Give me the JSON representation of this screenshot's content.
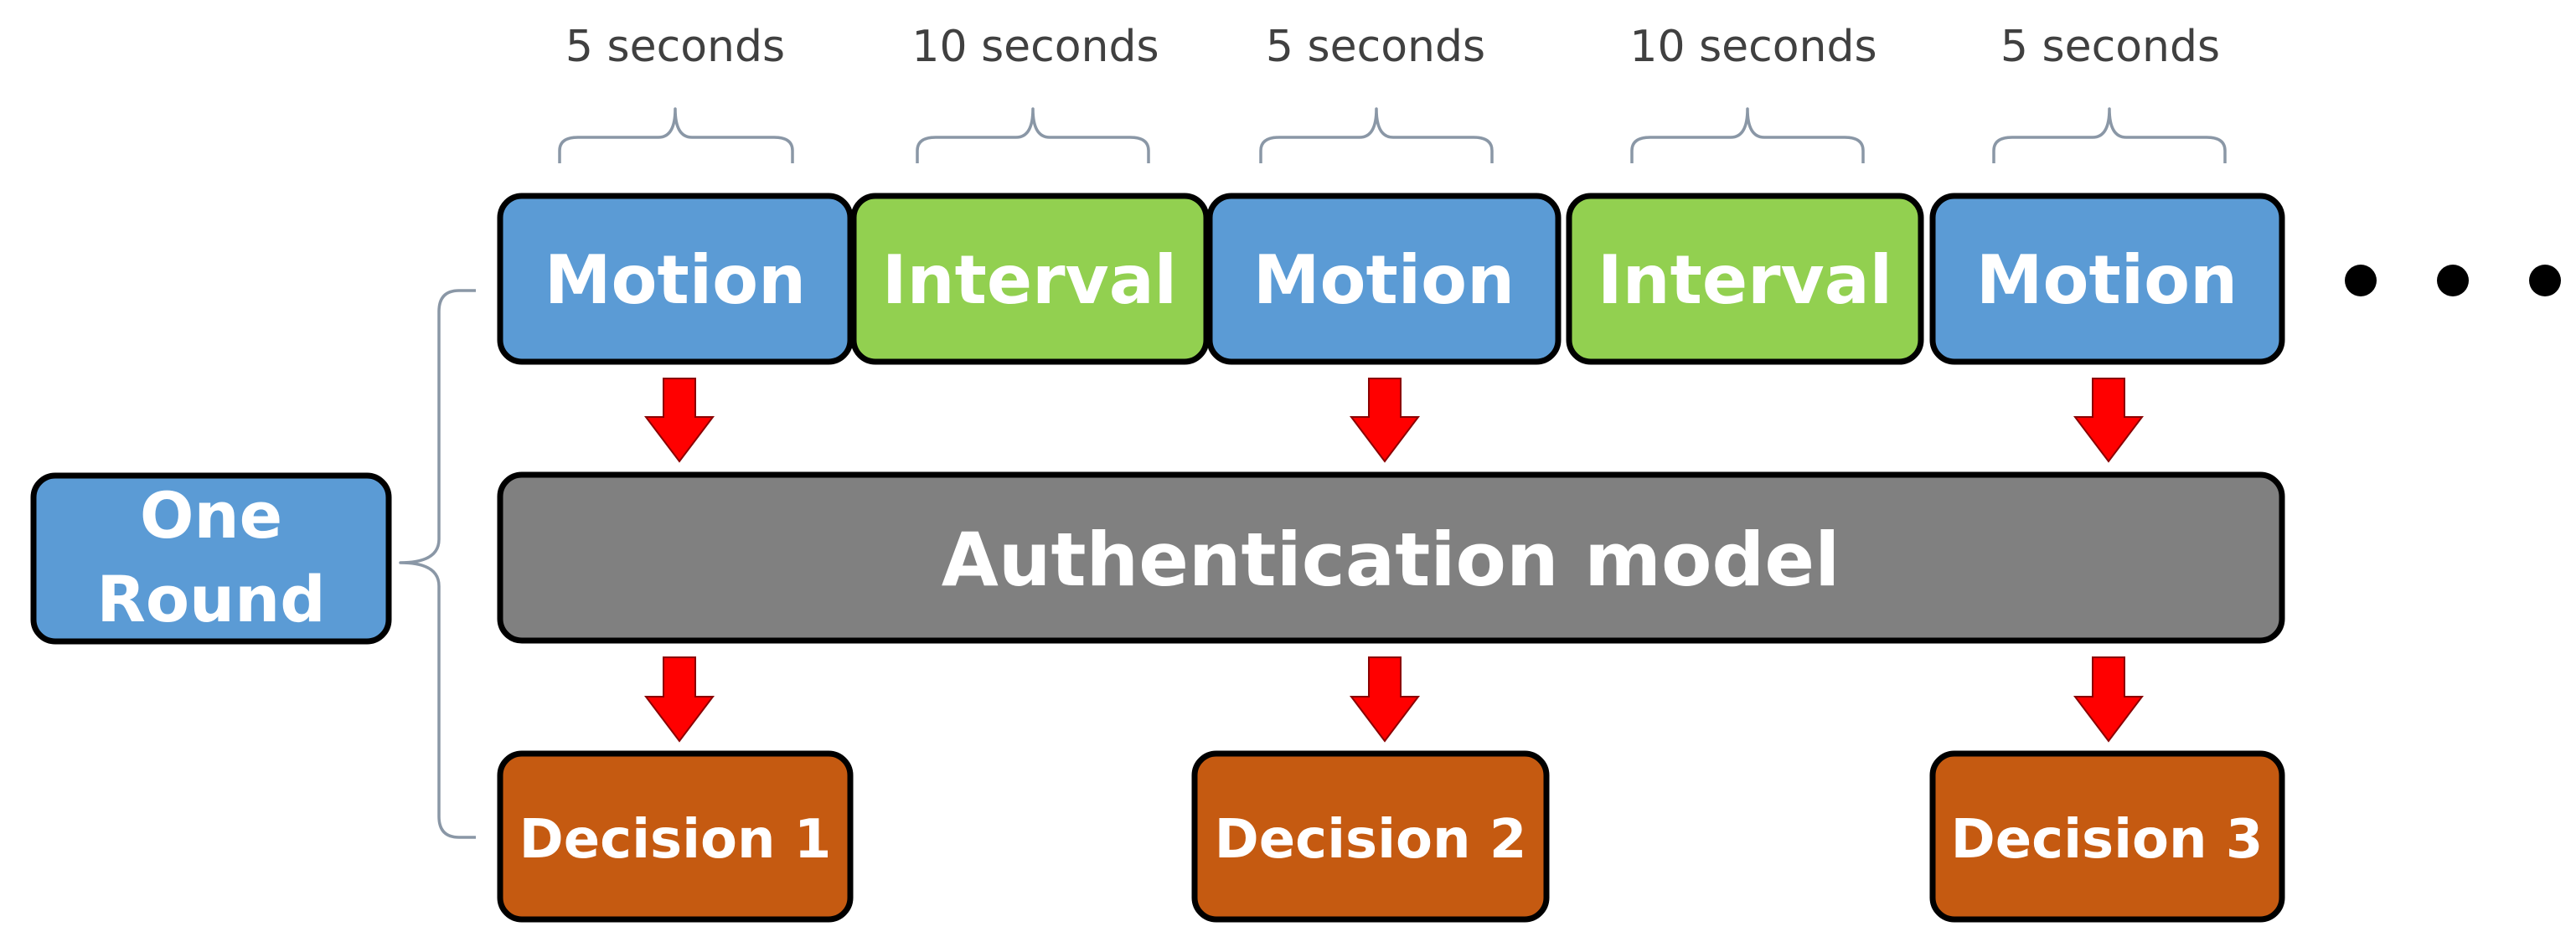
{
  "timeline": {
    "durations": [
      "5 seconds",
      "10 seconds",
      "5 seconds",
      "10 seconds",
      "5 seconds"
    ],
    "segments": [
      {
        "label": "Motion",
        "kind": "motion"
      },
      {
        "label": "Interval",
        "kind": "interval"
      },
      {
        "label": "Motion",
        "kind": "motion"
      },
      {
        "label": "Interval",
        "kind": "interval"
      },
      {
        "label": "Motion",
        "kind": "motion"
      }
    ]
  },
  "round": {
    "line1": "One",
    "line2": "Round"
  },
  "model": {
    "label": "Authentication model"
  },
  "decisions": [
    "Decision 1",
    "Decision 2",
    "Decision 3"
  ],
  "colors": {
    "motion": "#5b9bd5",
    "interval": "#92d050",
    "model": "#808080",
    "decision": "#c55a11",
    "arrow": "#ff0000",
    "border": "#000000",
    "bracket": "#8a97a6",
    "text_light": "#ffffff",
    "text_dark": "#404040"
  },
  "icons": {
    "continuation": "ellipsis-dots",
    "flow": "down-arrow"
  }
}
